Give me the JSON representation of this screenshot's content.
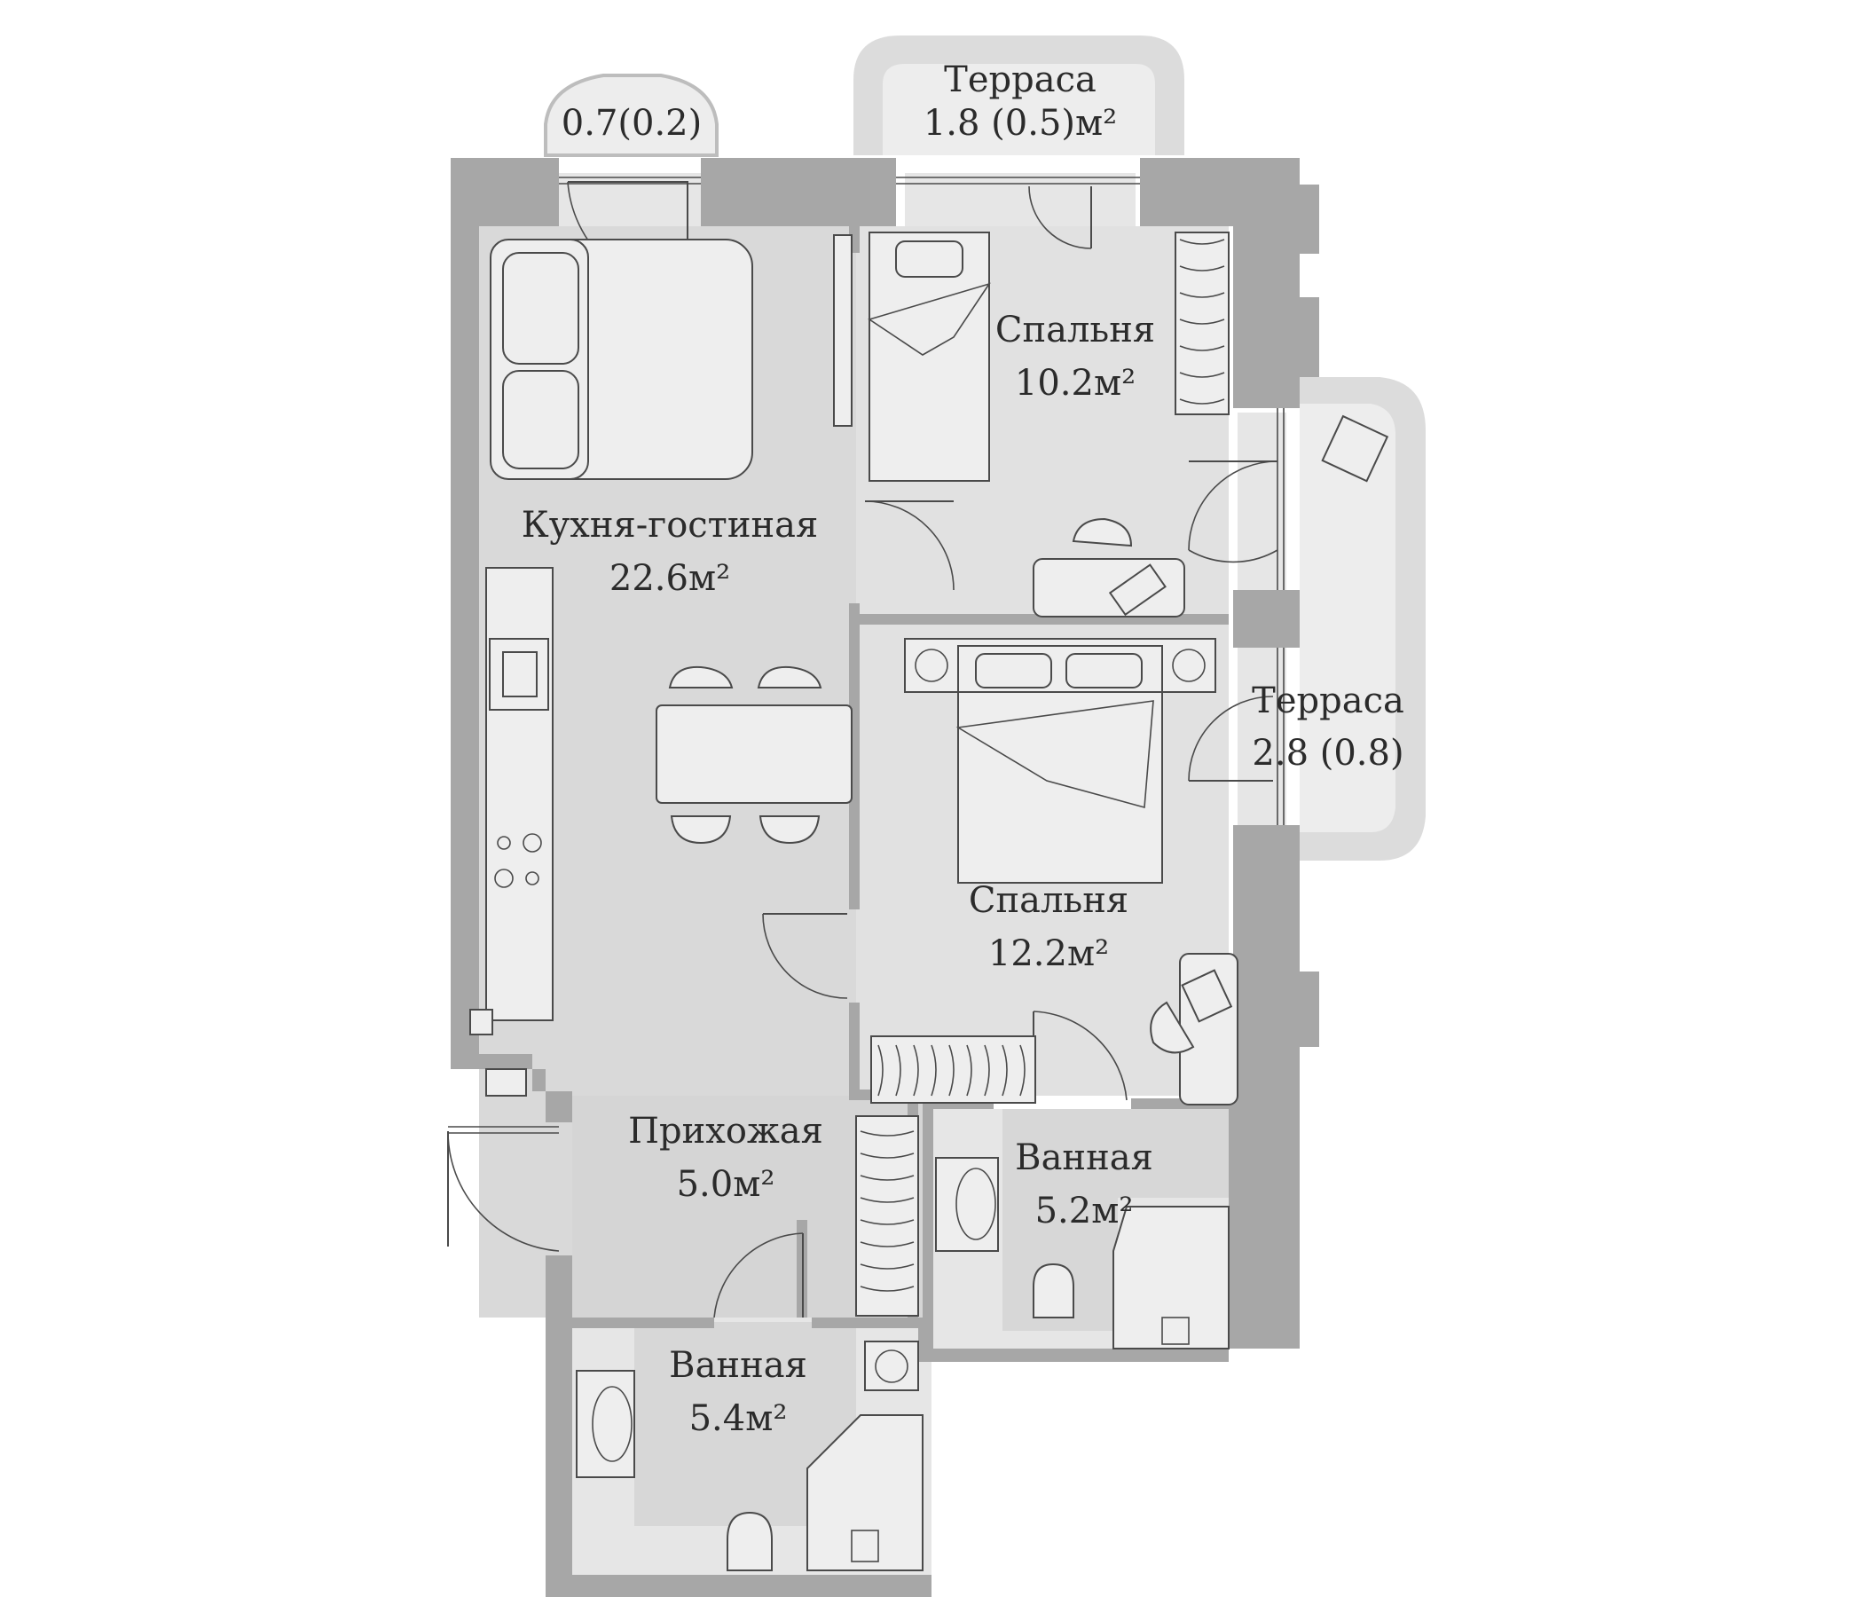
{
  "plan": {
    "rooms": [
      {
        "id": "balcony_small",
        "name": "",
        "area": "0.7(0.2)"
      },
      {
        "id": "terrace_top",
        "name": "Терраса",
        "area": "1.8 (0.5)м²"
      },
      {
        "id": "bedroom_1",
        "name": "Спальня",
        "area": "10.2м²"
      },
      {
        "id": "kitchen_living",
        "name": "Кухня-гостиная",
        "area": "22.6м²"
      },
      {
        "id": "terrace_right",
        "name": "Терраса",
        "area": "2.8 (0.8)"
      },
      {
        "id": "bedroom_2",
        "name": "Спальня",
        "area": "12.2м²"
      },
      {
        "id": "hallway",
        "name": "Прихожая",
        "area": "5.0м²"
      },
      {
        "id": "bathroom_1",
        "name": "Ванная",
        "area": "5.2м²"
      },
      {
        "id": "bathroom_2",
        "name": "Ванная",
        "area": "5.4м²"
      }
    ]
  },
  "colors": {
    "wall": "#a7a7a7",
    "floor_living": "#d9d9d9",
    "floor_bedroom": "#e1e1e1",
    "floor_hall": "#d5d5d5",
    "floor_bath": "#e6e6e6",
    "terrace": "#ededed",
    "furniture": "#eeeeee",
    "line": "#4a4a4a"
  }
}
